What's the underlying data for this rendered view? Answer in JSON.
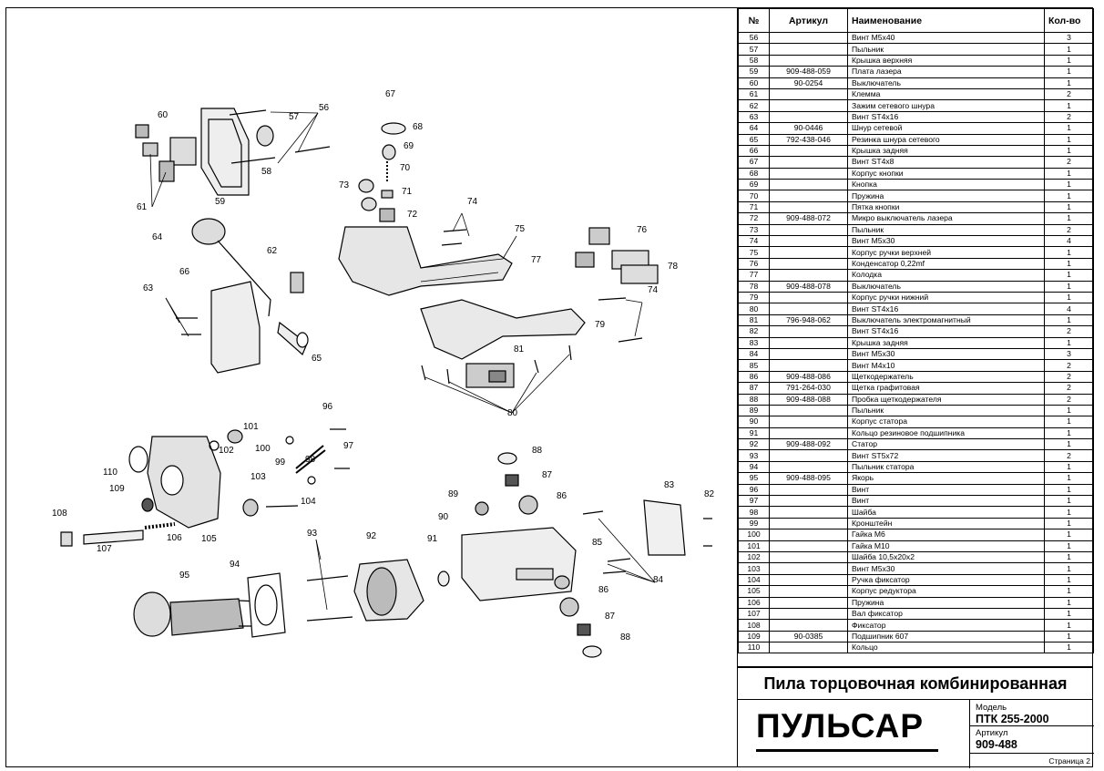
{
  "table": {
    "headers": {
      "num": "№",
      "article": "Артикул",
      "name": "Наименование",
      "qty": "Кол-во"
    },
    "rows": [
      {
        "num": "56",
        "article": "",
        "name": "Винт M5x40",
        "qty": "3"
      },
      {
        "num": "57",
        "article": "",
        "name": "Пыльник",
        "qty": "1"
      },
      {
        "num": "58",
        "article": "",
        "name": "Крышка верхняя",
        "qty": "1"
      },
      {
        "num": "59",
        "article": "909-488-059",
        "name": "Плата лазера",
        "qty": "1"
      },
      {
        "num": "60",
        "article": "90-0254",
        "name": "Выключатель",
        "qty": "1"
      },
      {
        "num": "61",
        "article": "",
        "name": "Клемма",
        "qty": "2"
      },
      {
        "num": "62",
        "article": "",
        "name": "Зажим сетевого шнура",
        "qty": "1"
      },
      {
        "num": "63",
        "article": "",
        "name": "Винт ST4x16",
        "qty": "2"
      },
      {
        "num": "64",
        "article": "90-0446",
        "name": "Шнур сетевой",
        "qty": "1"
      },
      {
        "num": "65",
        "article": "792-438-046",
        "name": "Резинка шнура сетевого",
        "qty": "1"
      },
      {
        "num": "66",
        "article": "",
        "name": "Крышка задняя",
        "qty": "1"
      },
      {
        "num": "67",
        "article": "",
        "name": "Винт ST4x8",
        "qty": "2"
      },
      {
        "num": "68",
        "article": "",
        "name": "Корпус кнопки",
        "qty": "1"
      },
      {
        "num": "69",
        "article": "",
        "name": "Кнопка",
        "qty": "1"
      },
      {
        "num": "70",
        "article": "",
        "name": "Пружина",
        "qty": "1"
      },
      {
        "num": "71",
        "article": "",
        "name": "Пятка кнопки",
        "qty": "1"
      },
      {
        "num": "72",
        "article": "909-488-072",
        "name": "Микро выключатель лазера",
        "qty": "1"
      },
      {
        "num": "73",
        "article": "",
        "name": "Пыльник",
        "qty": "2"
      },
      {
        "num": "74",
        "article": "",
        "name": "Винт M5x30",
        "qty": "4"
      },
      {
        "num": "75",
        "article": "",
        "name": "Корпус ручки верхней",
        "qty": "1"
      },
      {
        "num": "76",
        "article": "",
        "name": "Конденсатор 0,22mf",
        "qty": "1"
      },
      {
        "num": "77",
        "article": "",
        "name": "Колодка",
        "qty": "1"
      },
      {
        "num": "78",
        "article": "909-488-078",
        "name": "Выключатель",
        "qty": "1"
      },
      {
        "num": "79",
        "article": "",
        "name": "Корпус ручки нижний",
        "qty": "1"
      },
      {
        "num": "80",
        "article": "",
        "name": "Винт ST4x16",
        "qty": "4"
      },
      {
        "num": "81",
        "article": "796-948-062",
        "name": "Выключатель электромагнитный",
        "qty": "1"
      },
      {
        "num": "82",
        "article": "",
        "name": "Винт ST4x16",
        "qty": "2"
      },
      {
        "num": "83",
        "article": "",
        "name": "Крышка задняя",
        "qty": "1"
      },
      {
        "num": "84",
        "article": "",
        "name": "Винт M5x30",
        "qty": "3"
      },
      {
        "num": "85",
        "article": "",
        "name": "Винт M4x10",
        "qty": "2"
      },
      {
        "num": "86",
        "article": "909-488-086",
        "name": "Щеткодержатель",
        "qty": "2"
      },
      {
        "num": "87",
        "article": "791-264-030",
        "name": "Щетка графитовая",
        "qty": "2"
      },
      {
        "num": "88",
        "article": "909-488-088",
        "name": "Пробка щеткодержателя",
        "qty": "2"
      },
      {
        "num": "89",
        "article": "",
        "name": "Пыльник",
        "qty": "1"
      },
      {
        "num": "90",
        "article": "",
        "name": "Корпус статора",
        "qty": "1"
      },
      {
        "num": "91",
        "article": "",
        "name": "Кольцо резиновое подшипника",
        "qty": "1"
      },
      {
        "num": "92",
        "article": "909-488-092",
        "name": "Статор",
        "qty": "1"
      },
      {
        "num": "93",
        "article": "",
        "name": "Винт ST5x72",
        "qty": "2"
      },
      {
        "num": "94",
        "article": "",
        "name": "Пыльник статора",
        "qty": "1"
      },
      {
        "num": "95",
        "article": "909-488-095",
        "name": "Якорь",
        "qty": "1"
      },
      {
        "num": "96",
        "article": "",
        "name": "Винт",
        "qty": "1"
      },
      {
        "num": "97",
        "article": "",
        "name": "Винт",
        "qty": "1"
      },
      {
        "num": "98",
        "article": "",
        "name": "Шайба",
        "qty": "1"
      },
      {
        "num": "99",
        "article": "",
        "name": "Кронштейн",
        "qty": "1"
      },
      {
        "num": "100",
        "article": "",
        "name": "Гайка M6",
        "qty": "1"
      },
      {
        "num": "101",
        "article": "",
        "name": "Гайка M10",
        "qty": "1"
      },
      {
        "num": "102",
        "article": "",
        "name": "Шайба 10,5x20x2",
        "qty": "1"
      },
      {
        "num": "103",
        "article": "",
        "name": "Винт M5x30",
        "qty": "1"
      },
      {
        "num": "104",
        "article": "",
        "name": "Ручка фиксатор",
        "qty": "1"
      },
      {
        "num": "105",
        "article": "",
        "name": "Корпус редуктора",
        "qty": "1"
      },
      {
        "num": "106",
        "article": "",
        "name": "Пружина",
        "qty": "1"
      },
      {
        "num": "107",
        "article": "",
        "name": "Вал фиксатор",
        "qty": "1"
      },
      {
        "num": "108",
        "article": "",
        "name": "Фиксатор",
        "qty": "1"
      },
      {
        "num": "109",
        "article": "90-0385",
        "name": "Подшипник 607",
        "qty": "1"
      },
      {
        "num": "110",
        "article": "",
        "name": "Кольцо",
        "qty": "1"
      }
    ]
  },
  "title_block": {
    "title": "Пила торцовочная комбинированная",
    "logo": "ПУЛЬСАР",
    "model_label": "Модель",
    "model_value": "ПТК 255-2000",
    "article_label": "Артикул",
    "article_value": "909-488",
    "page": "Страница 2"
  },
  "callouts": [
    {
      "id": "56",
      "text": "56"
    },
    {
      "id": "57",
      "text": "57"
    },
    {
      "id": "58",
      "text": "58"
    },
    {
      "id": "59",
      "text": "59"
    },
    {
      "id": "60",
      "text": "60"
    },
    {
      "id": "61",
      "text": "61"
    },
    {
      "id": "62",
      "text": "62"
    },
    {
      "id": "63",
      "text": "63"
    },
    {
      "id": "64",
      "text": "64"
    },
    {
      "id": "65",
      "text": "65"
    },
    {
      "id": "66",
      "text": "66"
    },
    {
      "id": "67",
      "text": "67"
    },
    {
      "id": "68",
      "text": "68"
    },
    {
      "id": "69",
      "text": "69"
    },
    {
      "id": "70",
      "text": "70"
    },
    {
      "id": "71",
      "text": "71"
    },
    {
      "id": "72",
      "text": "72"
    },
    {
      "id": "73",
      "text": "73"
    },
    {
      "id": "74a",
      "text": "74"
    },
    {
      "id": "75",
      "text": "75"
    },
    {
      "id": "76",
      "text": "76"
    },
    {
      "id": "77",
      "text": "77"
    },
    {
      "id": "78",
      "text": "78"
    },
    {
      "id": "74b",
      "text": "74"
    },
    {
      "id": "79",
      "text": "79"
    },
    {
      "id": "81",
      "text": "81"
    },
    {
      "id": "80",
      "text": "80"
    },
    {
      "id": "96",
      "text": "96"
    },
    {
      "id": "101",
      "text": "101"
    },
    {
      "id": "102",
      "text": "102"
    },
    {
      "id": "100",
      "text": "100"
    },
    {
      "id": "97",
      "text": "97"
    },
    {
      "id": "99",
      "text": "99"
    },
    {
      "id": "98",
      "text": "98"
    },
    {
      "id": "110",
      "text": "110"
    },
    {
      "id": "103",
      "text": "103"
    },
    {
      "id": "109",
      "text": "109"
    },
    {
      "id": "104",
      "text": "104"
    },
    {
      "id": "108",
      "text": "108"
    },
    {
      "id": "106",
      "text": "106"
    },
    {
      "id": "105",
      "text": "105"
    },
    {
      "id": "107",
      "text": "107"
    },
    {
      "id": "88a",
      "text": "88"
    },
    {
      "id": "87a",
      "text": "87"
    },
    {
      "id": "89",
      "text": "89"
    },
    {
      "id": "86a",
      "text": "86"
    },
    {
      "id": "83",
      "text": "83"
    },
    {
      "id": "82",
      "text": "82"
    },
    {
      "id": "90",
      "text": "90"
    },
    {
      "id": "93",
      "text": "93"
    },
    {
      "id": "92",
      "text": "92"
    },
    {
      "id": "91",
      "text": "91"
    },
    {
      "id": "85",
      "text": "85"
    },
    {
      "id": "84",
      "text": "84"
    },
    {
      "id": "94",
      "text": "94"
    },
    {
      "id": "95",
      "text": "95"
    },
    {
      "id": "86b",
      "text": "86"
    },
    {
      "id": "87b",
      "text": "87"
    },
    {
      "id": "88b",
      "text": "88"
    }
  ]
}
